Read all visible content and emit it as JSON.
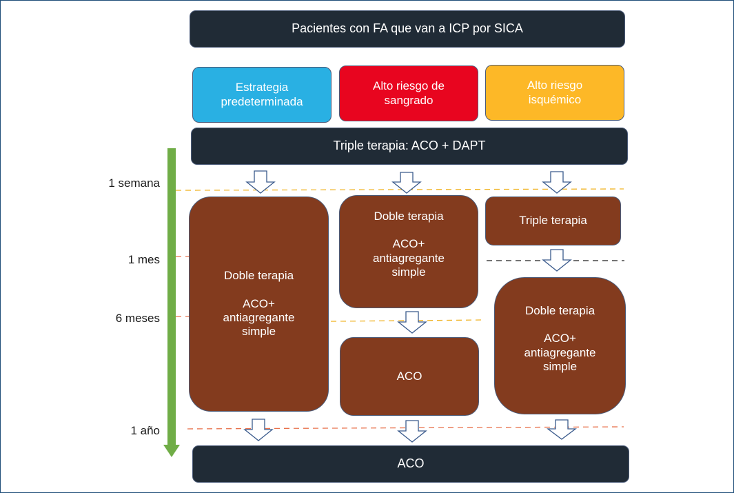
{
  "header": {
    "title": "Pacientes con FA que van a ICP por SICA"
  },
  "categories": [
    {
      "label_line1": "Estrategia",
      "label_line2": "predeterminada",
      "color": "#29b0e3"
    },
    {
      "label_line1": "Alto riesgo de",
      "label_line2": "sangrado",
      "color": "#e8051f"
    },
    {
      "label_line1": "Alto riesgo",
      "label_line2": "isquémico",
      "color": "#fdb827"
    }
  ],
  "initial_therapy": {
    "label": "Triple terapia: ACO + DAPT"
  },
  "timeline": {
    "labels": [
      "1 semana",
      "1 mes",
      "6 meses",
      "1 año"
    ],
    "arrow_color": "#70ad47"
  },
  "columns": {
    "default": {
      "dual": {
        "title": "Doble terapia",
        "line1": "ACO+",
        "line2": "antiagregante",
        "line3": "simple"
      }
    },
    "bleeding": {
      "dual": {
        "title": "Doble terapia",
        "line1": "ACO+",
        "line2": "antiagregante",
        "line3": "simple"
      },
      "mono": {
        "label": "ACO"
      }
    },
    "ischemic": {
      "triple": {
        "label": "Triple terapia"
      },
      "dual": {
        "title": "Doble terapia",
        "line1": "ACO+",
        "line2": "antiagregante",
        "line3": "simple"
      }
    }
  },
  "final_therapy": {
    "label": "ACO"
  },
  "colors": {
    "dark_box": "#202b36",
    "therapy_box": "#833b1e",
    "dash_yellow": "#f0b323",
    "dash_orange": "#e8714b",
    "dash_black": "#222222"
  }
}
